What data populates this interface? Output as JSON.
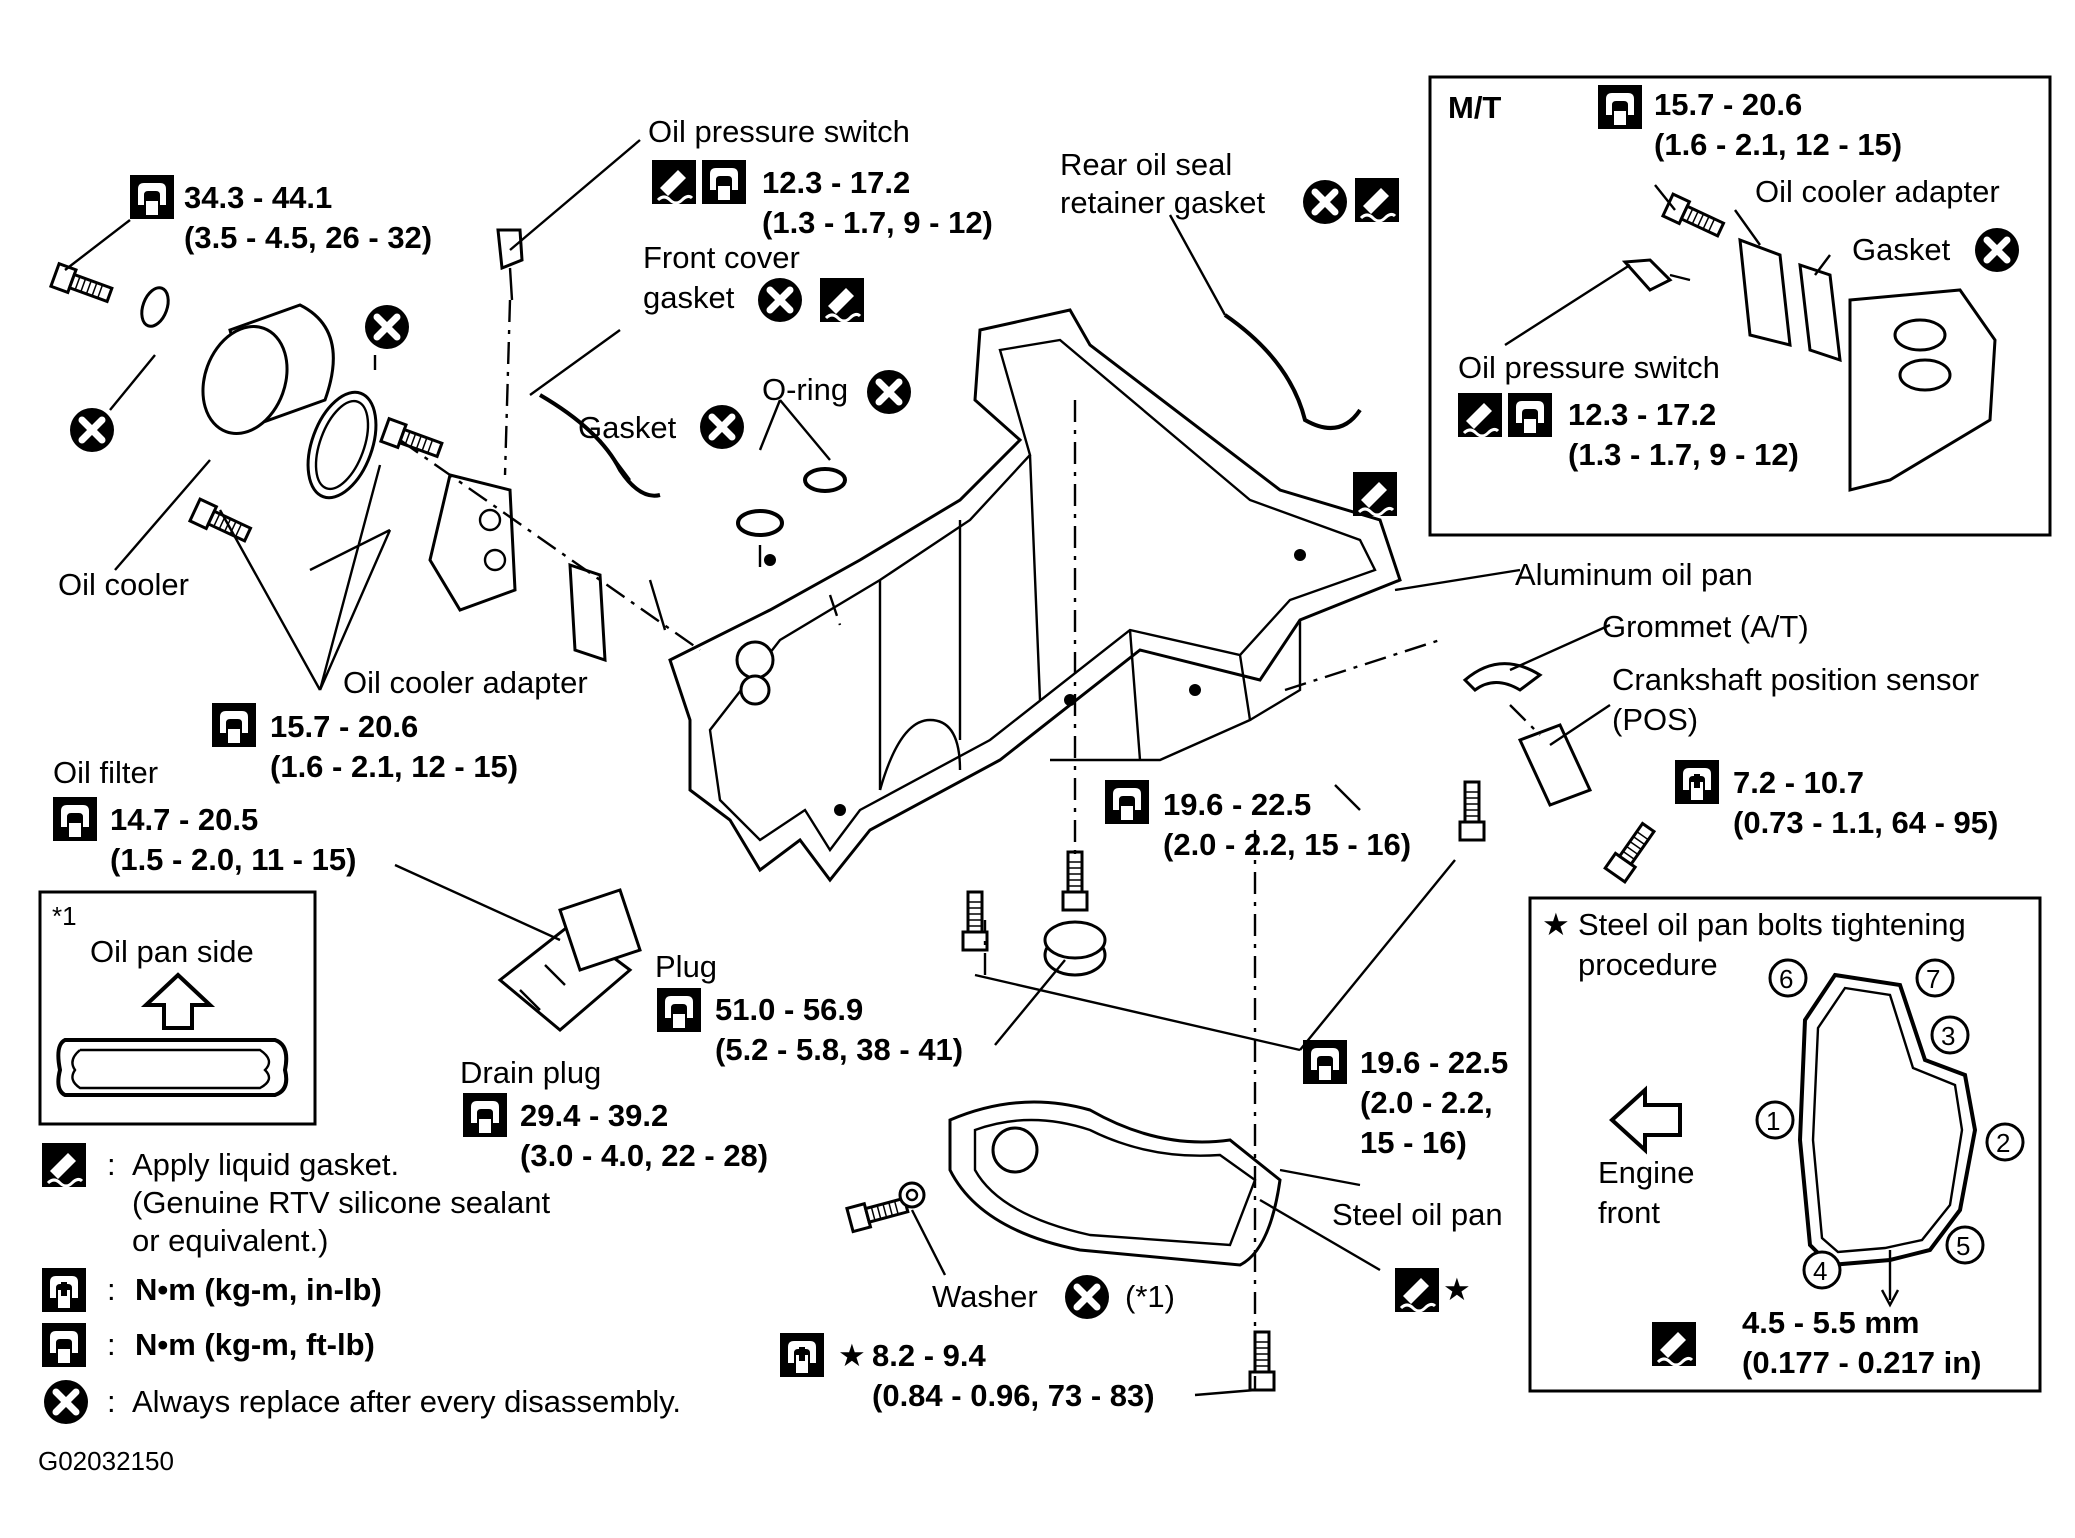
{
  "labels": {
    "oil_pressure_switch": "Oil pressure switch",
    "rear_oil_seal_1": "Rear oil seal",
    "rear_oil_seal_2": "retainer gasket",
    "front_cover_1": "Front cover",
    "front_cover_2": "gasket",
    "gasket": "Gasket",
    "o_ring": "O-ring",
    "oil_cooler": "Oil cooler",
    "oil_cooler_adapter": "Oil cooler adapter",
    "oil_filter": "Oil filter",
    "aluminum_oil_pan": "Aluminum oil pan",
    "grommet": "Grommet (A/T)",
    "ckp_1": "Crankshaft position sensor",
    "ckp_2": "(POS)",
    "plug": "Plug",
    "drain_plug": "Drain plug",
    "washer": "Washer",
    "washer_note": "(*1)",
    "steel_oil_pan": "Steel oil pan",
    "figure_id": "G02032150"
  },
  "torques": {
    "cooler_bolt_1": "34.3 - 44.1",
    "cooler_bolt_2": "(3.5 - 4.5, 26 - 32)",
    "ops_1": "12.3 - 17.2",
    "ops_2": "(1.3 - 1.7, 9 - 12)",
    "adapter_1": "15.7 - 20.6",
    "adapter_2": "(1.6 - 2.1, 12 - 15)",
    "filter_1": "14.7 - 20.5",
    "filter_2": "(1.5 - 2.0, 11 - 15)",
    "pan_bolt_1": "19.6 - 22.5",
    "pan_bolt_2": "(2.0 - 2.2, 15 - 16)",
    "ckp_1": "7.2 - 10.7",
    "ckp_2": "(0.73 - 1.1, 64 - 95)",
    "plug_1": "51.0 - 56.9",
    "plug_2": "(5.2 - 5.8, 38 - 41)",
    "pan_bolt_b_1": "19.6 - 22.5",
    "pan_bolt_b_2": "(2.0 - 2.2,",
    "pan_bolt_b_3": "15 - 16)",
    "drain_1": "29.4 - 39.2",
    "drain_2": "(3.0 - 4.0, 22 - 28)",
    "steel_bolt_1": "8.2 - 9.4",
    "steel_bolt_2": "(0.84 - 0.96, 73 - 83)"
  },
  "mt_box": {
    "title": "M/T",
    "torque_1": "15.7 - 20.6",
    "torque_2": "(1.6 - 2.1, 12 - 15)",
    "adapter": "Oil cooler adapter",
    "gasket": "Gasket",
    "ops": "Oil pressure switch",
    "ops_torque_1": "12.3 - 17.2",
    "ops_torque_2": "(1.3 - 1.7, 9 - 12)"
  },
  "inset_oil_pan_side": {
    "note": "*1",
    "label": "Oil pan side"
  },
  "procedure_box": {
    "title_1": "Steel oil pan bolts tightening",
    "title_2": "procedure",
    "engine_1": "Engine",
    "engine_2": "front",
    "bead_1": "4.5 - 5.5 mm",
    "bead_2": "(0.177 - 0.217 in)",
    "bolt_numbers": [
      "1",
      "2",
      "3",
      "4",
      "5",
      "6",
      "7"
    ]
  },
  "legend": {
    "liquid_gasket_1": "Apply liquid gasket.",
    "liquid_gasket_2": "(Genuine RTV silicone sealant",
    "liquid_gasket_3": "or equivalent.)",
    "units_in_lb": "N•m (kg-m, in-lb)",
    "units_ft_lb": "N•m (kg-m, ft-lb)",
    "replace": "Always replace after every disassembly."
  },
  "symbols": {
    "colon": ":",
    "star": "★"
  },
  "icons": {
    "torque_ft_lb": "torque-wrench-icon",
    "torque_in_lb": "torque-wrench-filled-icon",
    "liquid_gasket": "liquid-gasket-icon",
    "replace": "replace-x-icon"
  }
}
